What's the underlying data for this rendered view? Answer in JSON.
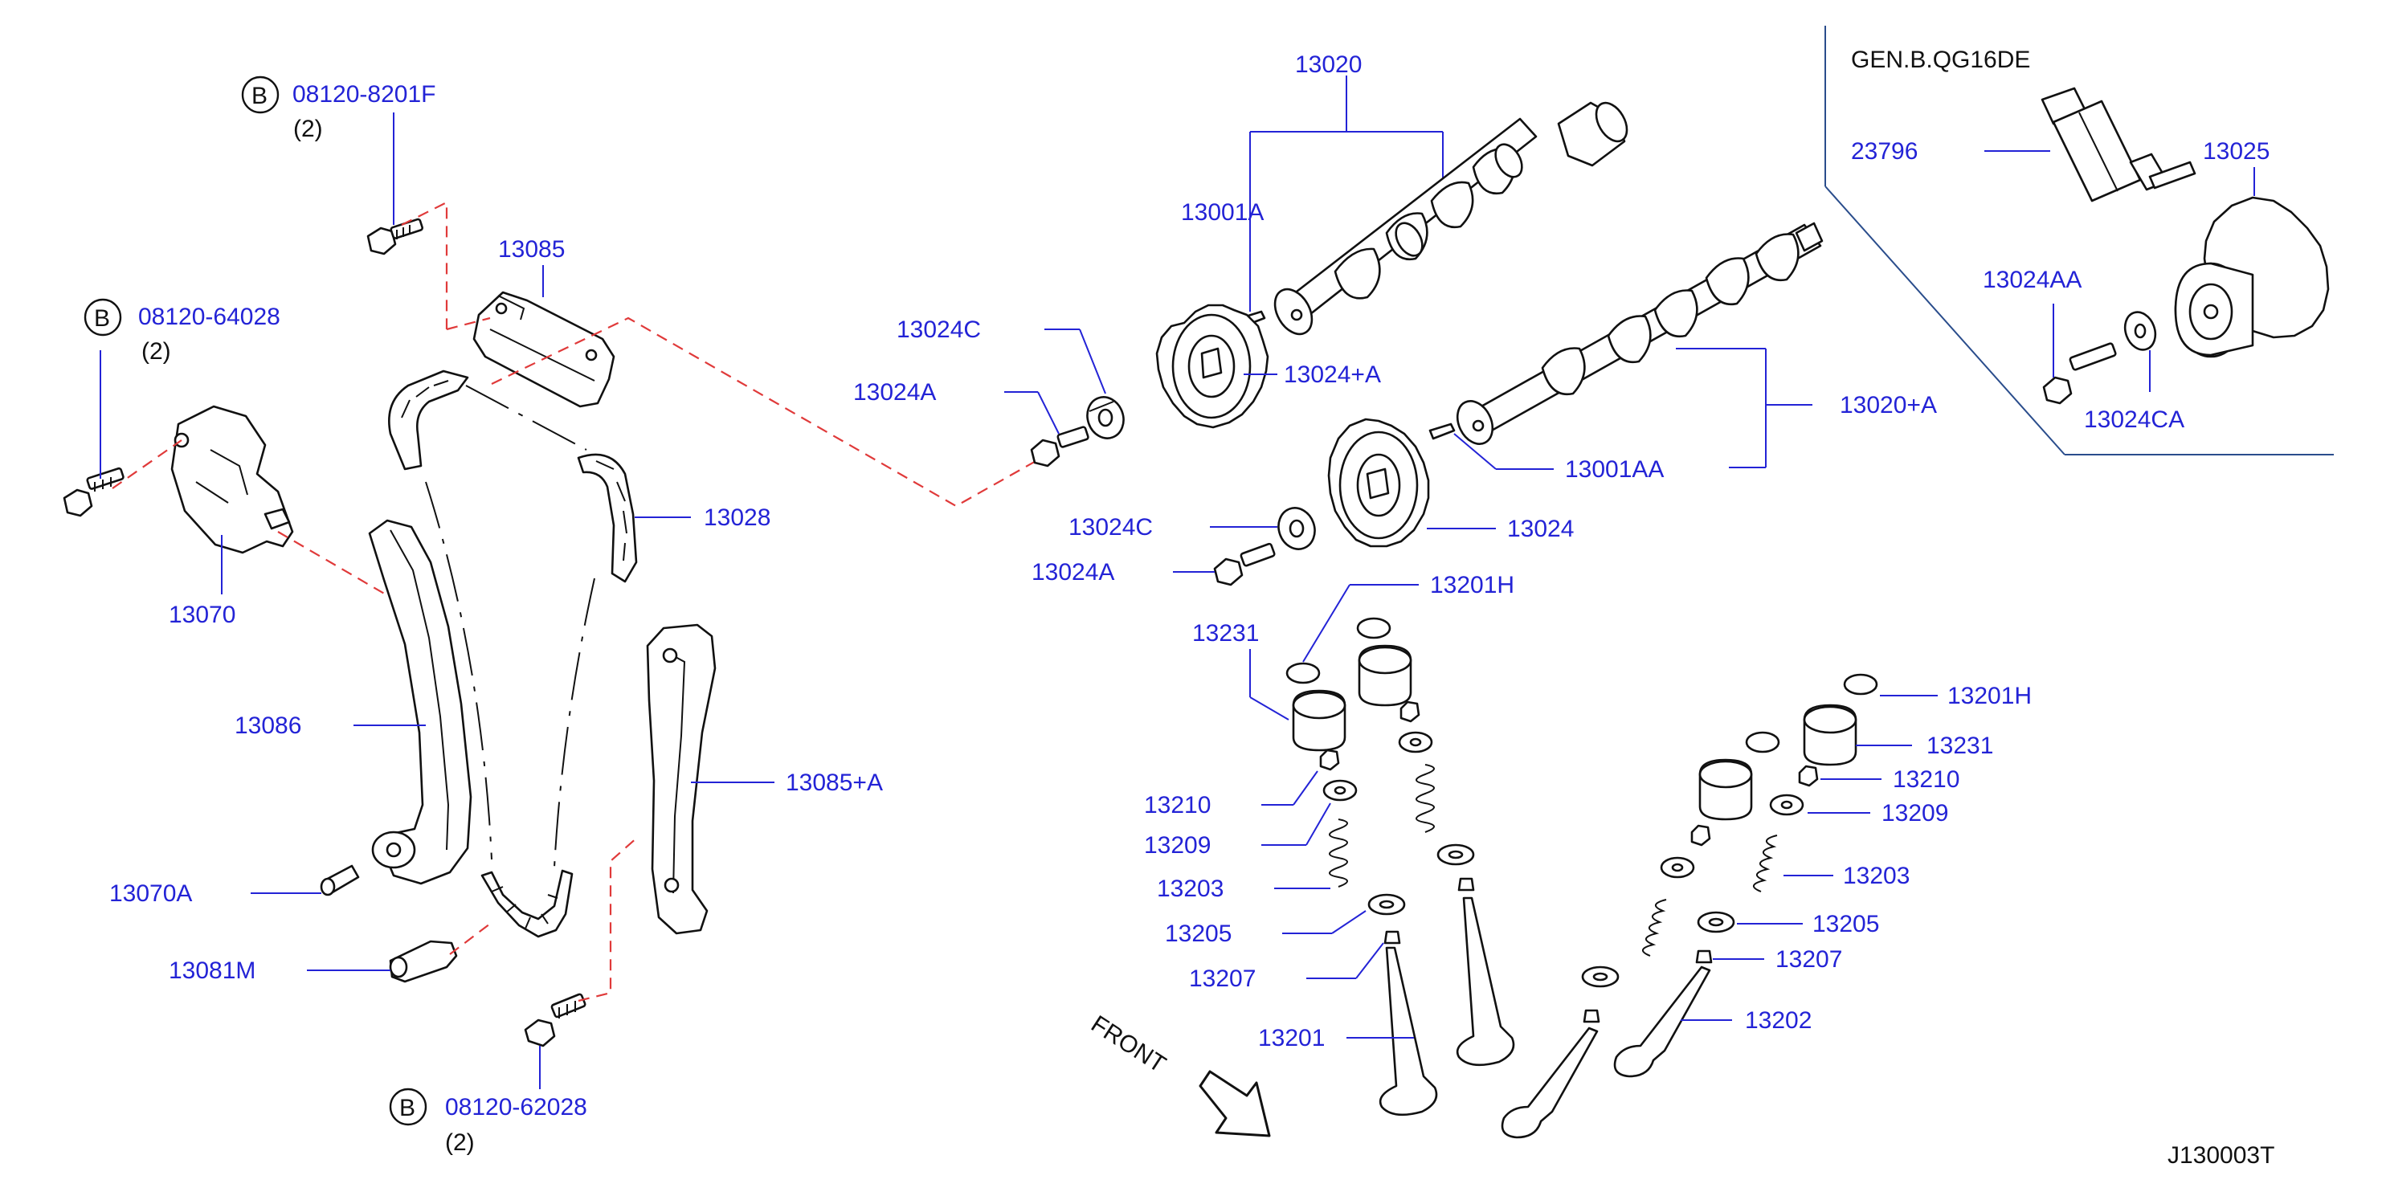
{
  "diagram": {
    "code": "J130003T",
    "variant": "GEN.B.QG16DE",
    "direction_label": "FRONT",
    "bolt_callouts": [
      {
        "badge": "B",
        "part": "08120-8201F",
        "qty": "(2)"
      },
      {
        "badge": "B",
        "part": "08120-64028",
        "qty": "(2)"
      },
      {
        "badge": "B",
        "part": "08120-62028",
        "qty": "(2)"
      }
    ],
    "labels": {
      "p13085": "13085",
      "p13070": "13070",
      "p13086": "13086",
      "p13070A": "13070A",
      "p13081M": "13081M",
      "p13028": "13028",
      "p13085A": "13085+A",
      "p13020": "13020",
      "p13001A": "13001A",
      "p13024C_top": "13024C",
      "p13024A_top": "13024A",
      "p13024plusA": "13024+A",
      "p13020plusA": "13020+A",
      "p13001AA": "13001AA",
      "p13024C_bot": "13024C",
      "p13024A_bot": "13024A",
      "p13024": "13024",
      "p13201H_left": "13201H",
      "p13231_left": "13231",
      "p13210_left": "13210",
      "p13209_left": "13209",
      "p13203_left": "13203",
      "p13205_left": "13205",
      "p13207_left": "13207",
      "p13201": "13201",
      "p13201H_right": "13201H",
      "p13231_right": "13231",
      "p13210_right": "13210",
      "p13209_right": "13209",
      "p13203_right": "13203",
      "p13205_right": "13205",
      "p13207_right": "13207",
      "p13202": "13202",
      "p23796": "23796",
      "p13025": "13025",
      "p13024AA": "13024AA",
      "p13024CA": "13024CA"
    }
  }
}
